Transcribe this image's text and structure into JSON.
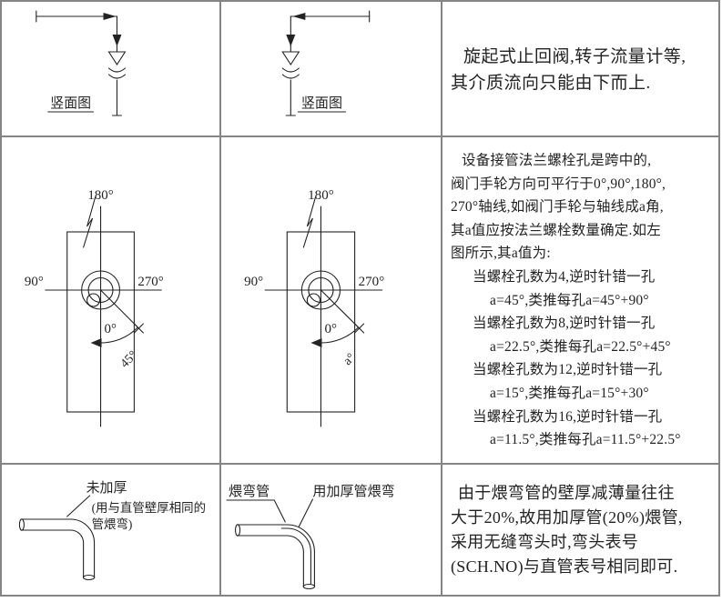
{
  "colors": {
    "ink": "#232323",
    "grid": "#858585",
    "paper": "#ffffff"
  },
  "row1": {
    "left": {
      "caption": "竖面图"
    },
    "middle": {
      "caption": "竖面图"
    },
    "right": {
      "lines": [
        "旋起式止回阀,转子流量计等,",
        "其介质流向只能由下而上."
      ]
    }
  },
  "row2": {
    "left": {
      "top": "180°",
      "left": "90°",
      "right": "270°",
      "zero": "0°",
      "angle": "45°"
    },
    "middle": {
      "top": "180°",
      "left": "90°",
      "right": "270°",
      "zero": "0°",
      "angle": "a°"
    },
    "right": {
      "lines": [
        "设备接管法兰螺栓孔是跨中的,",
        "阀门手轮方向可平行于0°,90°,180°,",
        "270°轴线,如阀门手轮与轴线成a角,",
        "其a值应按法兰螺栓数量确定.如左",
        "图所示,其a值为:",
        "当螺栓孔数为4,逆时针错一孔",
        "a=45°,类推每孔a=45°+90°",
        "当螺栓孔数为8,逆时针错一孔",
        "a=22.5°,类推每孔a=22.5°+45°",
        "当螺栓孔数为12,逆时针错一孔",
        "a=15°,类推每孔a=15°+30°",
        "当螺栓孔数为16,逆时针错一孔",
        "a=11.5°,类推每孔a=11.5°+22.5°"
      ]
    }
  },
  "row3": {
    "left": {
      "label": "未加厚",
      "note_line1": "(用与直管壁厚相同的",
      "note_line2": "管煨弯)"
    },
    "middle": {
      "label": "煨弯管",
      "callout": "用加厚管煨弯"
    },
    "right": {
      "lines": [
        "由于煨弯管的壁厚减薄量往往",
        "大于20%,故用加厚管(20%)煨管,",
        "采用无缝弯头时,弯头表号",
        "(SCH.NO)与直管表号相同即可."
      ]
    }
  }
}
